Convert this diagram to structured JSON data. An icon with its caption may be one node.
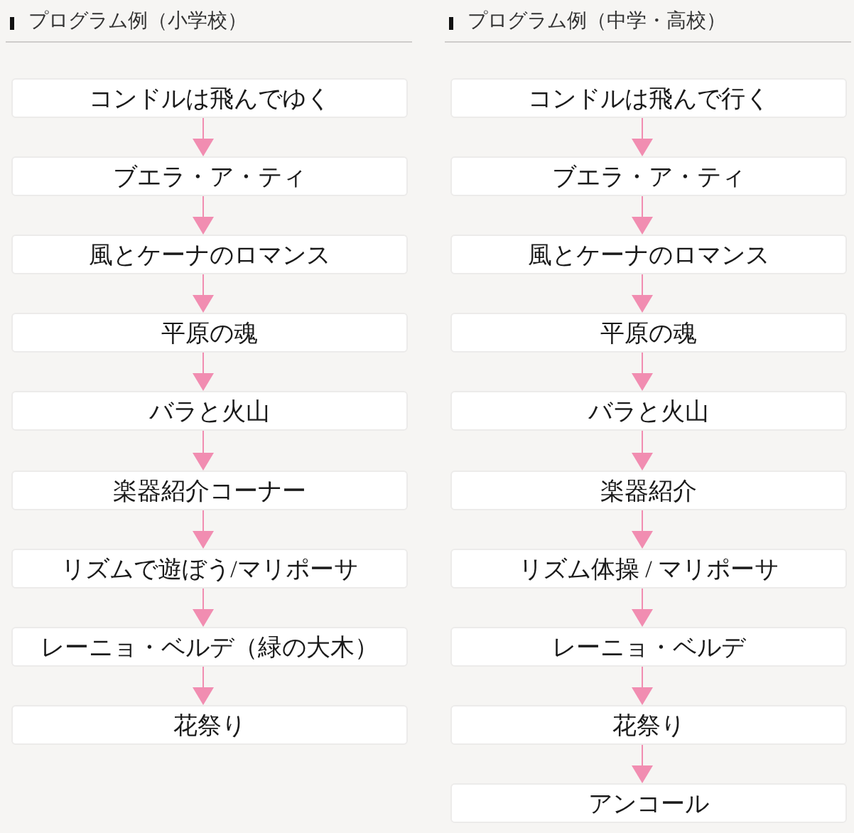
{
  "diagram": {
    "nodes": [
      {
        "text": [
          "コンドルは飛んでゆく"
        ]
      },
      {
        "text": [
          "ブエラ・ア・ティ"
        ]
      },
      {
        "text": [
          "風とケーナのロマンス"
        ]
      },
      {
        "text": [
          "平原の魂"
        ]
      },
      {
        "text": [
          "バラと火山"
        ]
      },
      {
        "text": [
          "楽器紹介コーナー"
        ]
      },
      {
        "text": [
          "リズムで遊ぼう/マリポーサ"
        ]
      },
      {
        "text": [
          "レーニョ・ベルデ（緑の大木）"
        ]
      },
      {
        "text": [
          "花祭り"
        ]
      },
      {
        "text": [
          "コンドルは飛んで行く"
        ]
      },
      {
        "text": [
          "ブエラ・ア・ティ"
        ]
      },
      {
        "text": [
          "風とケーナのロマンス"
        ]
      },
      {
        "text": [
          "平原の魂"
        ]
      },
      {
        "text": [
          "バラと火山"
        ]
      },
      {
        "text": [
          "楽器紹介"
        ]
      },
      {
        "text": [
          "リズム体操 / マリポーサ"
        ]
      },
      {
        "text": [
          "レーニョ・ベルデ"
        ]
      },
      {
        "text": [
          "花祭り"
        ]
      },
      {
        "text": [
          "アンコール"
        ]
      }
    ],
    "edges": [
      {
        "from": 0,
        "to": 1,
        "arrow": "to"
      },
      {
        "from": 1,
        "to": 2,
        "arrow": "to"
      },
      {
        "from": 2,
        "to": 3,
        "arrow": "to"
      },
      {
        "from": 3,
        "to": 4,
        "arrow": "to"
      },
      {
        "from": 4,
        "to": 5,
        "arrow": "to"
      },
      {
        "from": 5,
        "to": 6,
        "arrow": "to"
      },
      {
        "from": 6,
        "to": 7,
        "arrow": "to"
      },
      {
        "from": 7,
        "to": 8,
        "arrow": "to"
      },
      {
        "from": 9,
        "to": 10,
        "arrow": "to"
      },
      {
        "from": 10,
        "to": 11,
        "arrow": "to"
      },
      {
        "from": 11,
        "to": 12,
        "arrow": "to"
      },
      {
        "from": 12,
        "to": 13,
        "arrow": "to"
      },
      {
        "from": 13,
        "to": 14,
        "arrow": "to"
      },
      {
        "from": 14,
        "to": 15,
        "arrow": "to"
      },
      {
        "from": 15,
        "to": 16,
        "arrow": "to"
      },
      {
        "from": 16,
        "to": 17,
        "arrow": "to"
      },
      {
        "from": 17,
        "to": 18,
        "arrow": "to"
      }
    ],
    "labels": [
      "プログラム例（小学校）",
      "プログラム例（中学・高校）"
    ]
  }
}
